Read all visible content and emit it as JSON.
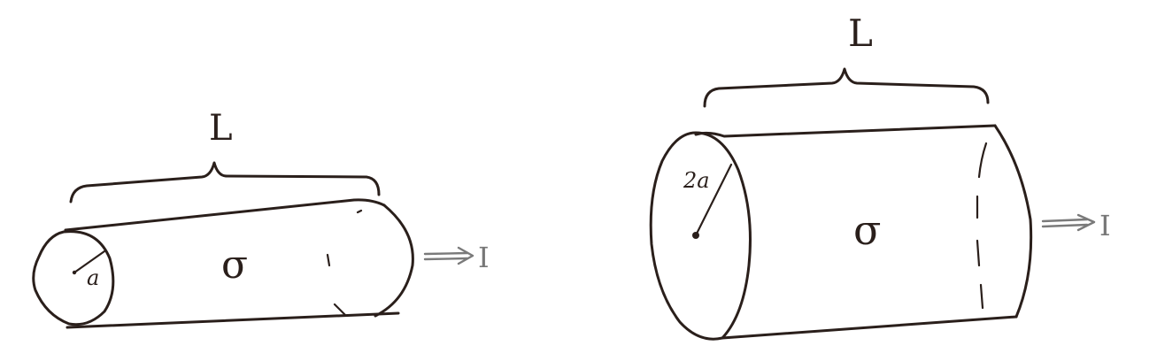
{
  "colors": {
    "ink": "#2a1f1b",
    "arrow": "#7a7a7a",
    "background": "#ffffff"
  },
  "diagram": {
    "left_cylinder": {
      "length_label": "L",
      "radius_label": "a",
      "conductivity_label": "σ",
      "current_label": "I",
      "arrow_icon": "double-arrow-right"
    },
    "right_cylinder": {
      "length_label": "L",
      "radius_label": "2a",
      "conductivity_label": "σ",
      "current_label": "I",
      "arrow_icon": "double-arrow-right"
    }
  }
}
